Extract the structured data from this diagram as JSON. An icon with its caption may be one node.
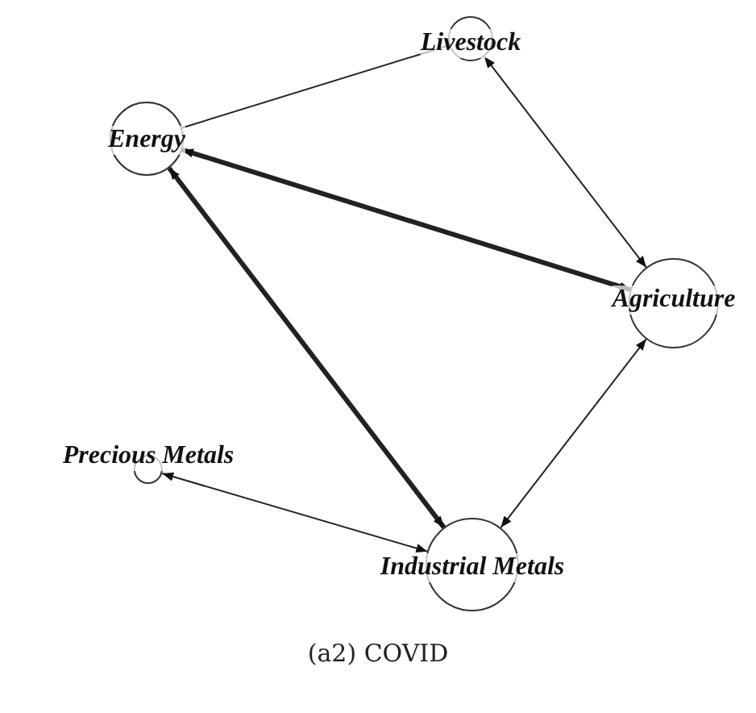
{
  "diagram": {
    "caption": "(a2) COVID",
    "nodes": [
      {
        "text": [
          "Livestock"
        ]
      },
      {
        "text": [
          "Energy"
        ]
      },
      {
        "text": [
          "Agriculture"
        ]
      },
      {
        "text": [
          "Precious Metals"
        ]
      },
      {
        "text": [
          "Industrial Metals"
        ]
      }
    ],
    "edges": [
      {
        "from": 1,
        "to": 0,
        "arrow": "none"
      },
      {
        "from": 0,
        "to": 2,
        "arrow": "both"
      },
      {
        "from": 1,
        "to": 2,
        "arrow": "both",
        "style": "thick"
      },
      {
        "from": 1,
        "to": 4,
        "arrow": "both",
        "style": "thick"
      },
      {
        "from": 2,
        "to": 4,
        "arrow": "both"
      },
      {
        "from": 3,
        "to": 4,
        "arrow": "both"
      }
    ]
  }
}
